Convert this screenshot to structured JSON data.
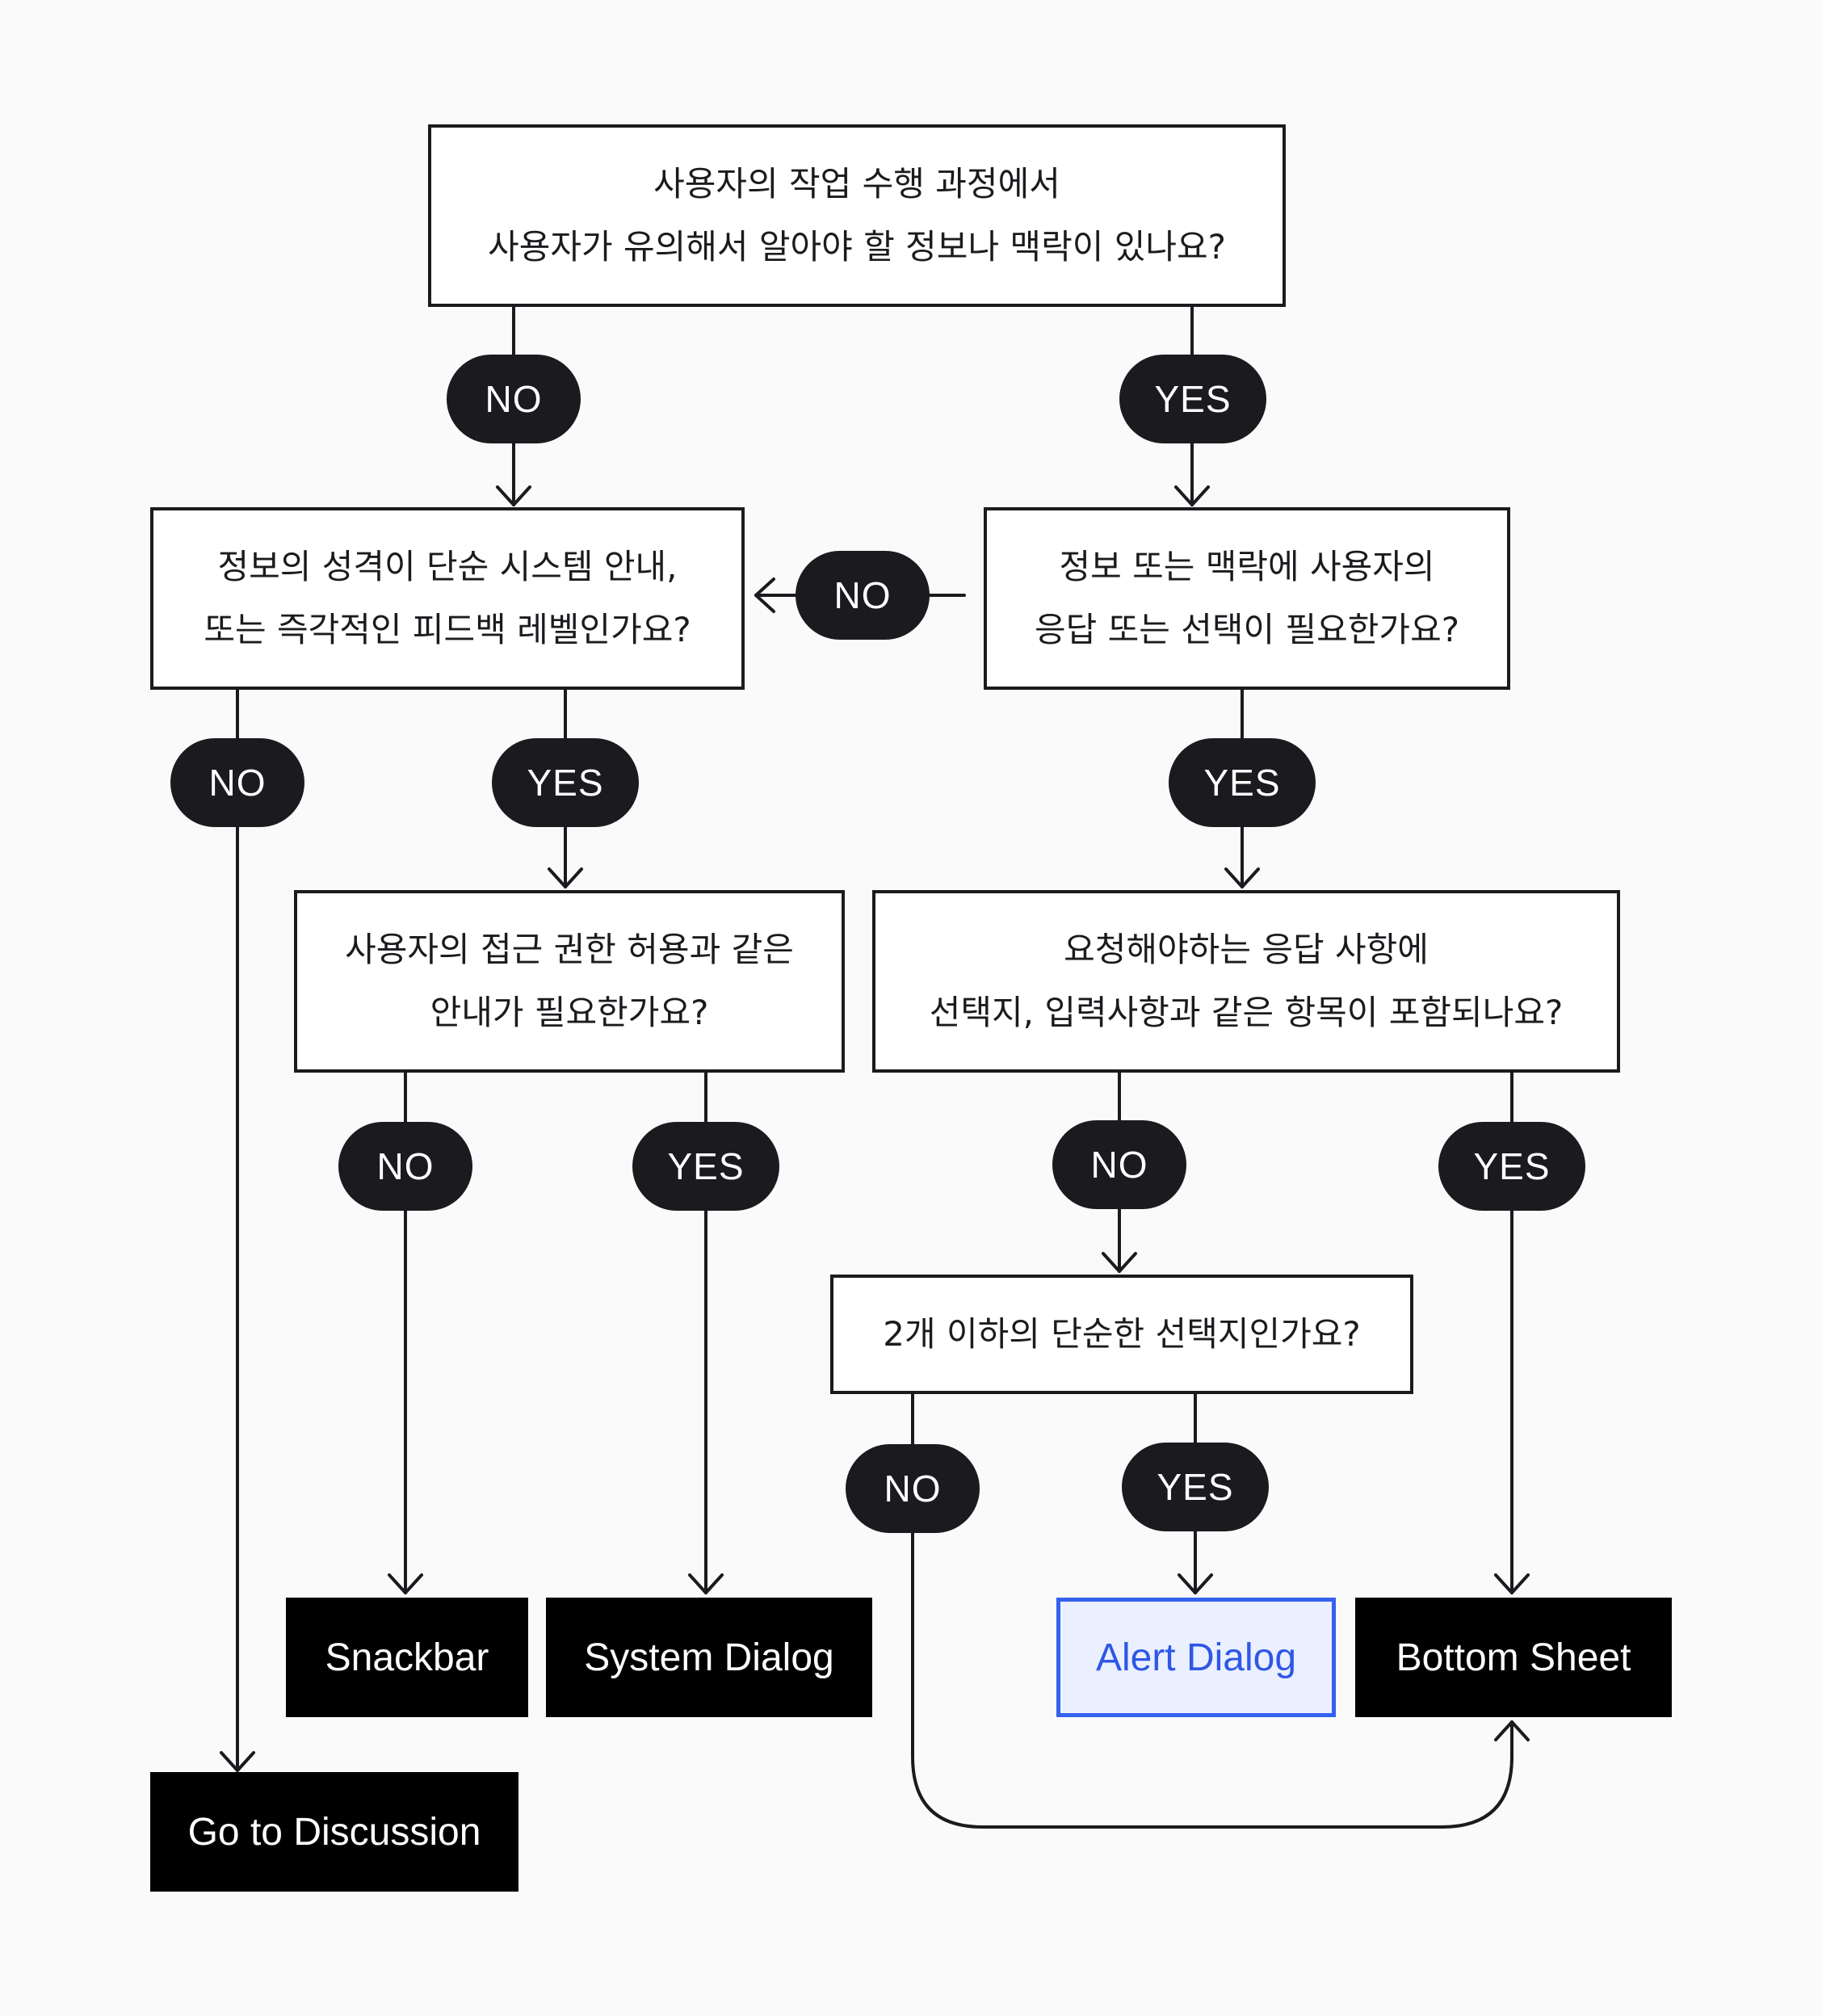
{
  "questions": {
    "q1": {
      "line1": "사용자의 작업 수행 과정에서",
      "line2": "사용자가 유의해서 알아야 할 정보나 맥락이 있나요?"
    },
    "q2": {
      "line1": "정보의 성격이 단순 시스템 안내,",
      "line2": "또는 즉각적인 피드백 레벨인가요?"
    },
    "q3": {
      "line1": "정보 또는 맥락에 사용자의",
      "line2": "응답 또는 선택이 필요한가요?"
    },
    "q4": {
      "line1": "사용자의 접근 권한 허용과 같은",
      "line2": "안내가 필요한가요?"
    },
    "q5": {
      "line1": "요청해야하는 응답 사항에",
      "line2": "선택지, 입력사항과 같은 항목이 포함되나요?"
    },
    "q6": {
      "line1": "2개 이하의 단순한 선택지인가요?"
    }
  },
  "labels": {
    "no": "NO",
    "yes": "YES"
  },
  "results": {
    "snackbar": "Snackbar",
    "system_dialog": "System Dialog",
    "alert_dialog": "Alert Dialog",
    "bottom_sheet": "Bottom Sheet",
    "go_to_discussion": "Go to Discussion"
  },
  "colors": {
    "line": "#1b1b1f",
    "pill": "#1b1b1f",
    "result_bg": "#000000",
    "highlight_bg": "#eaf0ff",
    "highlight_border": "#3461ee",
    "highlight_text": "#2f57e6",
    "background": "#fafafa"
  }
}
